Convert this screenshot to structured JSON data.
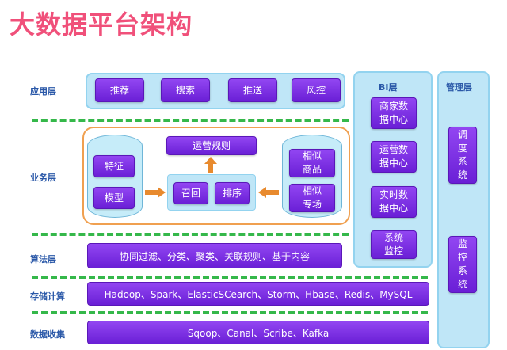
{
  "title": "大数据平台架构",
  "layers": {
    "app": "应用层",
    "business": "业务层",
    "algo": "算法层",
    "storage": "存储计算",
    "collect": "数据收集"
  },
  "app_items": [
    "推荐",
    "搜索",
    "推送",
    "风控"
  ],
  "business": {
    "left_cylinder": [
      "特征",
      "模型"
    ],
    "rules": "运营规则",
    "recall": "召回",
    "sort": "排序",
    "right_cylinder": [
      "相似商品",
      "相似专场"
    ]
  },
  "algo_bar": "协同过滤、分类、聚类、关联规则、基于内容",
  "storage_bar": "Hadoop、Spark、ElasticSCearch、Storm、Hbase、Redis、MySQL",
  "collect_bar": "Sqoop、Canal、Scribe、Kafka",
  "bi": {
    "title": "BI层",
    "items": [
      "商家数据中心",
      "运营数据中心",
      "实时数据中心",
      "系统监控"
    ]
  },
  "mgmt": {
    "title": "管理层",
    "items": [
      "调度系统",
      "监控系统"
    ]
  },
  "colors": {
    "title": "#f0507a",
    "purple": "#7a2fe8",
    "panel": "#bfe6f7",
    "dash": "#35b84a",
    "orange": "#f0a050",
    "label": "#2a58a8"
  }
}
